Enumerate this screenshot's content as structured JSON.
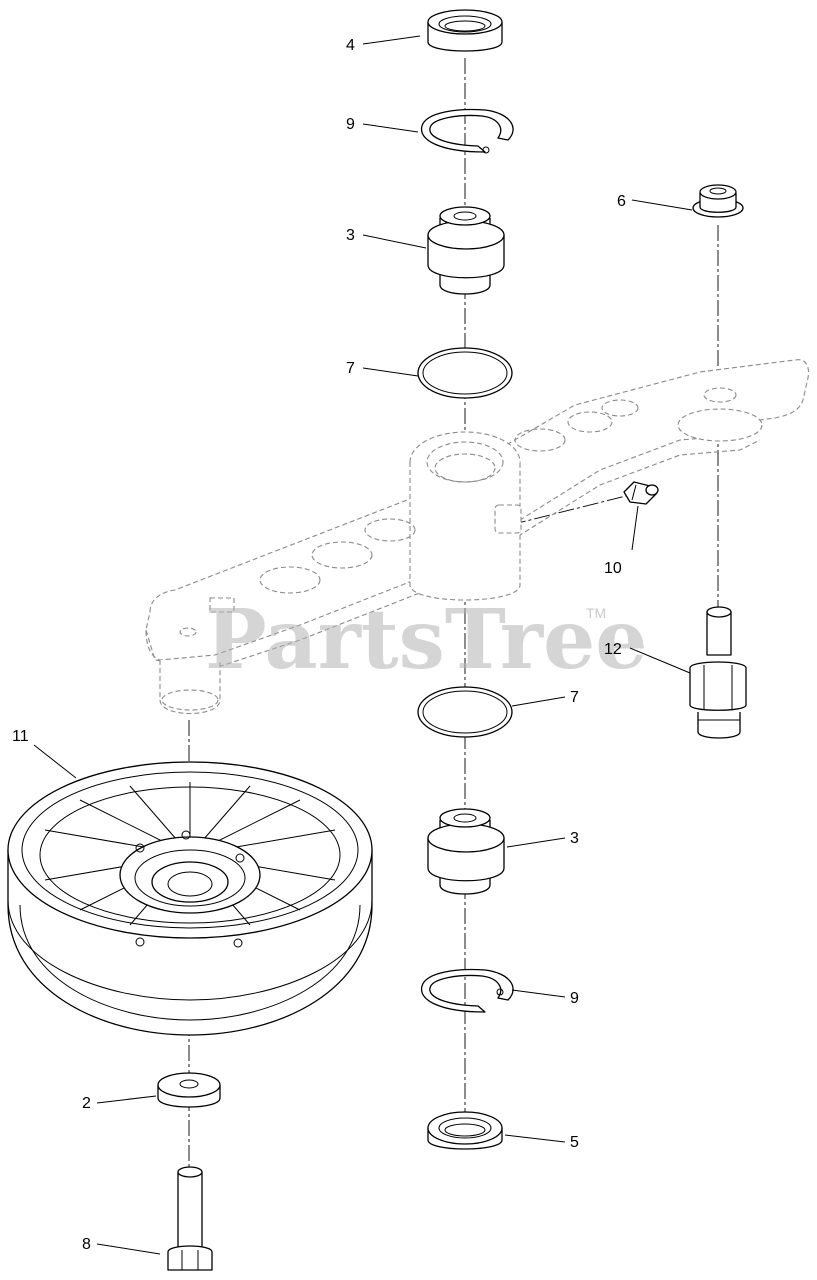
{
  "watermark": {
    "text": "PartsTree",
    "mark": "TM"
  },
  "callouts": [
    {
      "id": "c4",
      "label": "4"
    },
    {
      "id": "c9a",
      "label": "9"
    },
    {
      "id": "c3a",
      "label": "3"
    },
    {
      "id": "c7a",
      "label": "7"
    },
    {
      "id": "c6",
      "label": "6"
    },
    {
      "id": "c10",
      "label": "10"
    },
    {
      "id": "c12",
      "label": "12"
    },
    {
      "id": "c7b",
      "label": "7"
    },
    {
      "id": "c11",
      "label": "11"
    },
    {
      "id": "c3b",
      "label": "3"
    },
    {
      "id": "c9b",
      "label": "9"
    },
    {
      "id": "c2",
      "label": "2"
    },
    {
      "id": "c5",
      "label": "5"
    },
    {
      "id": "c8",
      "label": "8"
    }
  ]
}
